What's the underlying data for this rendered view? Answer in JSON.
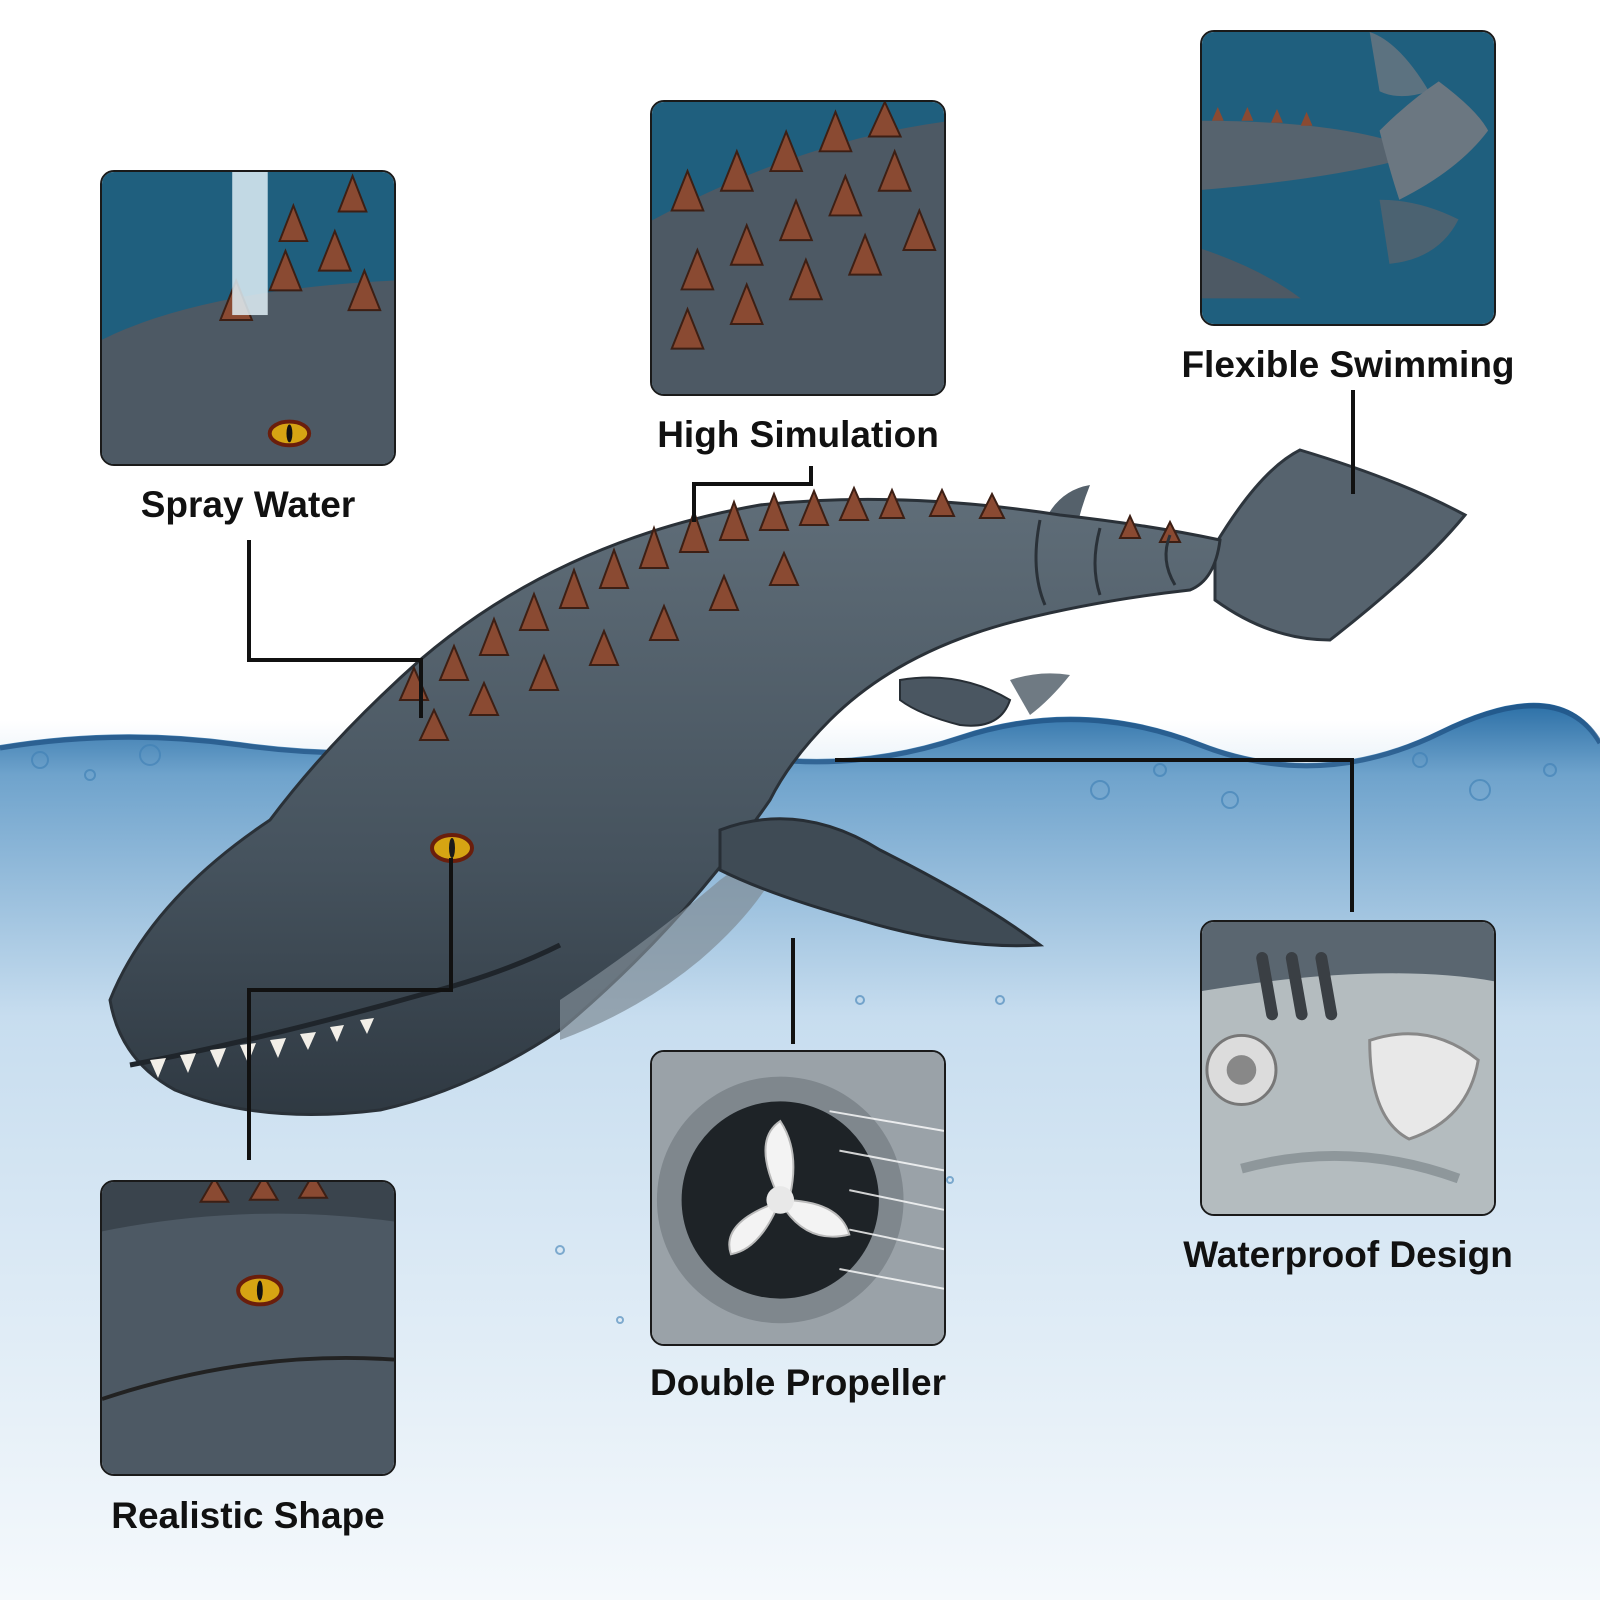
{
  "features": {
    "spray_water": "Spray Water",
    "high_simulation": "High Simulation",
    "flexible_swimming": "Flexible Swimming",
    "realistic_shape": "Realistic Shape",
    "double_propeller": "Double Propeller",
    "waterproof_design": "Waterproof Design"
  },
  "colors": {
    "panel_water": "#1f5f7e",
    "body_grey": "#4a5762",
    "spike_brown": "#8a4a32",
    "line": "#111111"
  }
}
